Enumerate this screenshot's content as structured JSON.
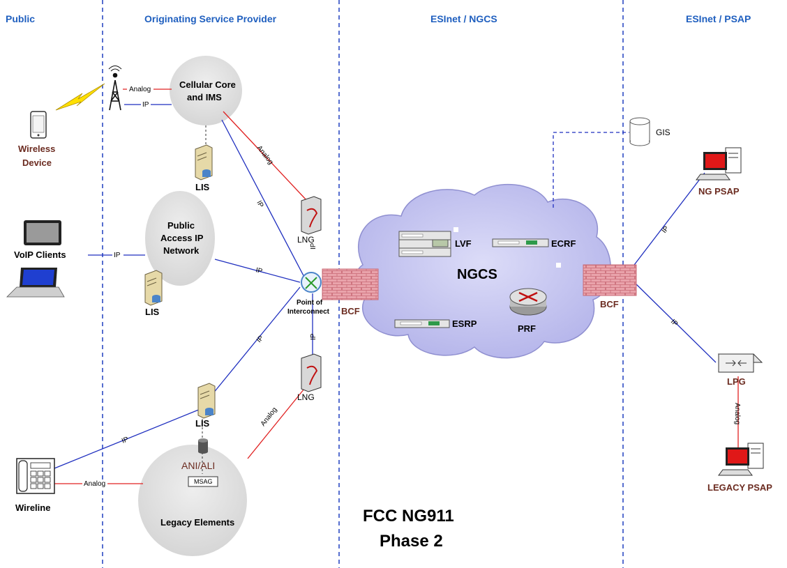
{
  "sections": {
    "public": "Public",
    "osp": "Originating Service Provider",
    "ngcs": "ESInet / NGCS",
    "psap": "ESInet / PSAP"
  },
  "nodes": {
    "wireless_device": [
      "Wireless",
      "Device"
    ],
    "voip_clients": "VoIP Clients",
    "wireline": "Wireline",
    "cellular_core": [
      "Cellular Core",
      "and IMS"
    ],
    "public_access": [
      "Public",
      "Access IP",
      "Network"
    ],
    "legacy_elements": "Legacy Elements",
    "ani_ali": "ANI/ALI",
    "msag": "MSAG",
    "lis_1": "LIS",
    "lis_2": "LIS",
    "lis_3": "LIS",
    "lng_1": "LNG",
    "lng_2": "LNG",
    "poi": [
      "Point of",
      "Interconnect"
    ],
    "bcf_left": "BCF",
    "bcf_right": "BCF",
    "ngcs_cloud": "NGCS",
    "lvf": "LVF",
    "ecrf": "ECRF",
    "esrp": "ESRP",
    "prf": "PRF",
    "gis": "GIS",
    "ng_psap": "NG PSAP",
    "lpg": "LPG",
    "legacy_psap": "LEGACY PSAP"
  },
  "links": {
    "analog": "Analog",
    "ip": "IP"
  },
  "caption": [
    "FCC NG911",
    "Phase 2"
  ],
  "colors": {
    "section_text": "#1f5fbf",
    "divider": "#1f3fbf",
    "ip_line": "#1f2fbf",
    "analog_line": "#e02020",
    "cloud": "#c6c6f0",
    "firewall": "#e8a0a8",
    "bubble": "#e3e3e3",
    "dark_label": "#6b2b20"
  }
}
